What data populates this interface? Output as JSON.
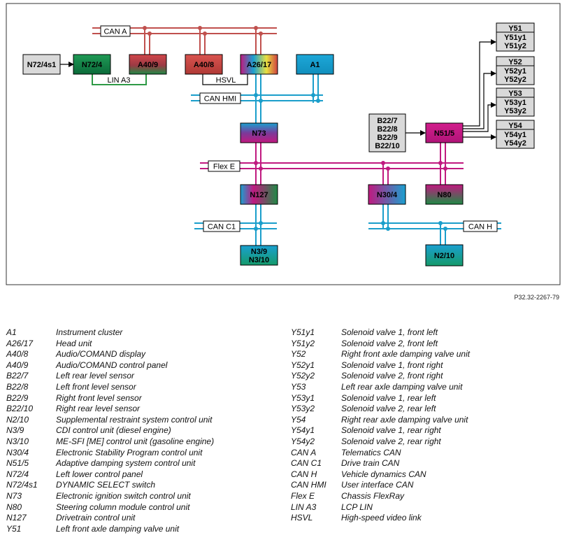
{
  "diagram": {
    "reference": "P32.32-2267-79",
    "buses": {
      "can_a": "CAN A",
      "lin_a3": "LIN A3",
      "hsvl": "HSVL",
      "can_hmi": "CAN HMI",
      "flex_e": "Flex E",
      "can_c1": "CAN C1",
      "can_h": "CAN H"
    },
    "units": {
      "n72_4s1": "N72/4s1",
      "n72_4": "N72/4",
      "a40_9": "A40/9",
      "a40_8": "A40/8",
      "a26_17": "A26/17",
      "a1": "A1",
      "n73": "N73",
      "n127": "N127",
      "n3_9": "N3/9",
      "n3_10": "N3/10",
      "n30_4": "N30/4",
      "n80": "N80",
      "n2_10": "N2/10",
      "n51_5": "N51/5",
      "b22_7": "B22/7",
      "b22_8": "B22/8",
      "b22_9": "B22/9",
      "b22_10": "B22/10",
      "y51": "Y51",
      "y51y1": "Y51y1",
      "y51y2": "Y51y2",
      "y52": "Y52",
      "y52y1": "Y52y1",
      "y52y2": "Y52y2",
      "y53": "Y53",
      "y53y1": "Y53y1",
      "y53y2": "Y53y2",
      "y54": "Y54",
      "y54y1": "Y54y1",
      "y54y2": "Y54y2"
    },
    "colors": {
      "can_a": "#c0504d",
      "lin": "#2e9a46",
      "can_blue": "#1a9ecb",
      "flex": "#c0197f",
      "connector": "#000000"
    }
  },
  "legend": {
    "left": [
      {
        "code": "A1",
        "desc": "Instrument cluster"
      },
      {
        "code": "A26/17",
        "desc": "Head unit"
      },
      {
        "code": "A40/8",
        "desc": "Audio/COMAND display"
      },
      {
        "code": "A40/9",
        "desc": "Audio/COMAND control panel"
      },
      {
        "code": "B22/7",
        "desc": "Left rear level sensor"
      },
      {
        "code": "B22/8",
        "desc": "Left front level sensor"
      },
      {
        "code": "B22/9",
        "desc": "Right front level sensor"
      },
      {
        "code": "B22/10",
        "desc": "Right rear level sensor"
      },
      {
        "code": "N2/10",
        "desc": "Supplemental restraint system control unit"
      },
      {
        "code": "N3/9",
        "desc": "CDI control unit (diesel engine)"
      },
      {
        "code": "N3/10",
        "desc": "ME-SFI [ME] control unit (gasoline engine)"
      },
      {
        "code": "N30/4",
        "desc": "Electronic Stability Program control unit"
      },
      {
        "code": "N51/5",
        "desc": "Adaptive damping system control unit"
      },
      {
        "code": "N72/4",
        "desc": "Left lower control panel"
      },
      {
        "code": "N72/4s1",
        "desc": "DYNAMIC SELECT switch"
      },
      {
        "code": "N73",
        "desc": "Electronic ignition switch control unit"
      },
      {
        "code": "N80",
        "desc": "Steering column module control unit"
      },
      {
        "code": "N127",
        "desc": "Drivetrain control unit"
      },
      {
        "code": "Y51",
        "desc": "Left front axle damping valve unit"
      }
    ],
    "right": [
      {
        "code": "Y51y1",
        "desc": "Solenoid valve 1, front left"
      },
      {
        "code": "Y51y2",
        "desc": "Solenoid valve 2, front left"
      },
      {
        "code": "Y52",
        "desc": "Right front axle damping valve unit"
      },
      {
        "code": "Y52y1",
        "desc": "Solenoid valve 1, front right"
      },
      {
        "code": "Y52y2",
        "desc": "Solenoid valve 2, front right"
      },
      {
        "code": "Y53",
        "desc": "Left rear axle damping valve unit"
      },
      {
        "code": "Y53y1",
        "desc": "Solenoid valve 1, rear left"
      },
      {
        "code": "Y53y2",
        "desc": "Solenoid valve 2, rear left"
      },
      {
        "code": "Y54",
        "desc": "Right rear axle damping valve unit"
      },
      {
        "code": "Y54y1",
        "desc": "Solenoid valve 1, rear right"
      },
      {
        "code": "Y54y2",
        "desc": "Solenoid valve 2, rear right"
      },
      {
        "code": "CAN A",
        "desc": "Telematics CAN"
      },
      {
        "code": "CAN C1",
        "desc": "Drive train CAN"
      },
      {
        "code": "CAN H",
        "desc": "Vehicle dynamics CAN"
      },
      {
        "code": "CAN HMI",
        "desc": "User interface CAN"
      },
      {
        "code": "Flex E",
        "desc": "Chassis FlexRay"
      },
      {
        "code": "LIN A3",
        "desc": "LCP LIN"
      },
      {
        "code": "HSVL",
        "desc": "High-speed video link"
      }
    ]
  }
}
